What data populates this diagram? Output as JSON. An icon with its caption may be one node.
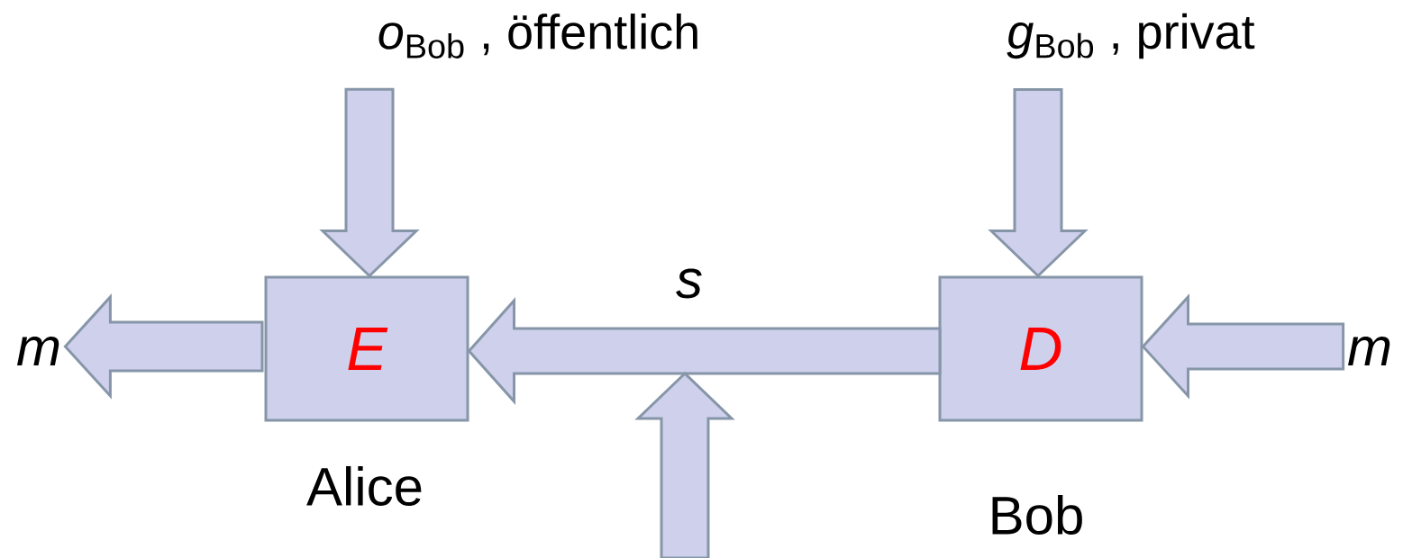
{
  "diagram": {
    "nodes": [
      {
        "text": [
          "E"
        ],
        "beside": [
          "Alice"
        ]
      },
      {
        "text": [
          "D"
        ],
        "beside": [
          "Bob"
        ]
      },
      {
        "text": [
          "m"
        ]
      },
      {
        "text": [
          "m"
        ]
      },
      {
        "text": [
          "*o*$_{Bob}$ , öffentlich"
        ]
      },
      {
        "text": [
          "*g*$_{Bob}$ , privat"
        ]
      }
    ],
    "edges": [
      {
        "from": 0,
        "to": 2,
        "arrow": "to"
      },
      {
        "from": 1,
        "to": 0,
        "arrow": "to",
        "label": "s"
      },
      {
        "from": 3,
        "to": 1,
        "arrow": "to"
      },
      {
        "from": 4,
        "to": 0,
        "arrow": "to"
      },
      {
        "from": 5,
        "to": 1,
        "arrow": "to"
      }
    ]
  }
}
